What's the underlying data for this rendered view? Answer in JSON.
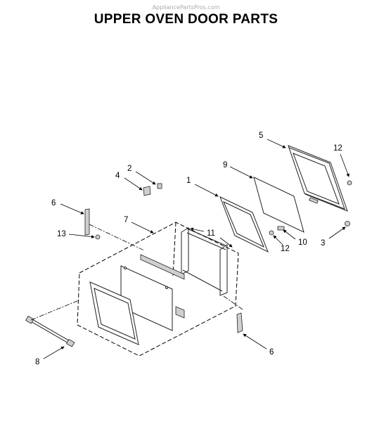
{
  "watermark": "AppliancePartsPros.com",
  "title": "UPPER OVEN DOOR PARTS",
  "callouts": {
    "c1": "1",
    "c2": "2",
    "c3": "3",
    "c4": "4",
    "c5": "5",
    "c6a": "6",
    "c6b": "6",
    "c7": "7",
    "c8": "8",
    "c9": "9",
    "c10": "10",
    "c11": "11",
    "c12a": "12",
    "c12b": "12",
    "c13": "13"
  }
}
